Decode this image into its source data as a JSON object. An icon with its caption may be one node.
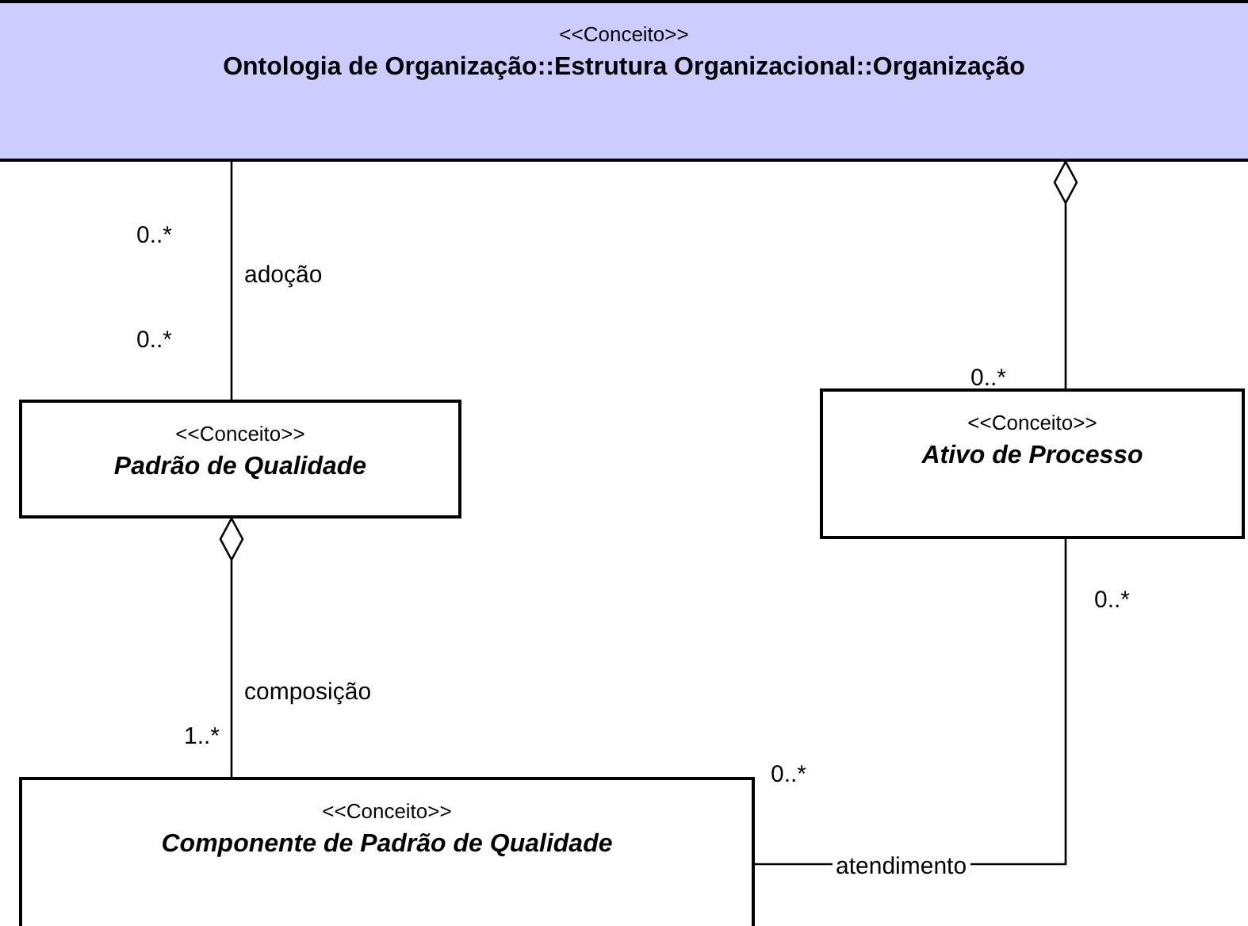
{
  "diagram": {
    "nodes": [
      {
        "text": [
          "<<Conceito>>",
          "Ontologia de Organização::Estrutura Organizacional::Organização"
        ]
      },
      {
        "text": [
          "<<Conceito>>",
          "Padrão de Qualidade"
        ]
      },
      {
        "text": [
          "<<Conceito>>",
          "Ativo de Processo"
        ]
      },
      {
        "text": [
          "<<Conceito>>",
          "Componente de Padrão de Qualidade"
        ]
      }
    ],
    "edges": [
      {
        "from": 0,
        "to": 1,
        "arrow": "none",
        "label": "adoção"
      },
      {
        "from": 1,
        "to": 3,
        "arrow": "other",
        "label": "composição"
      },
      {
        "from": 0,
        "to": 2,
        "arrow": "other"
      },
      {
        "from": 2,
        "to": 3,
        "arrow": "none",
        "label": "atendimento"
      }
    ],
    "labels": [
      "0..*",
      "0..*",
      "0..*",
      "0..*",
      "1..*",
      "0..*"
    ]
  }
}
